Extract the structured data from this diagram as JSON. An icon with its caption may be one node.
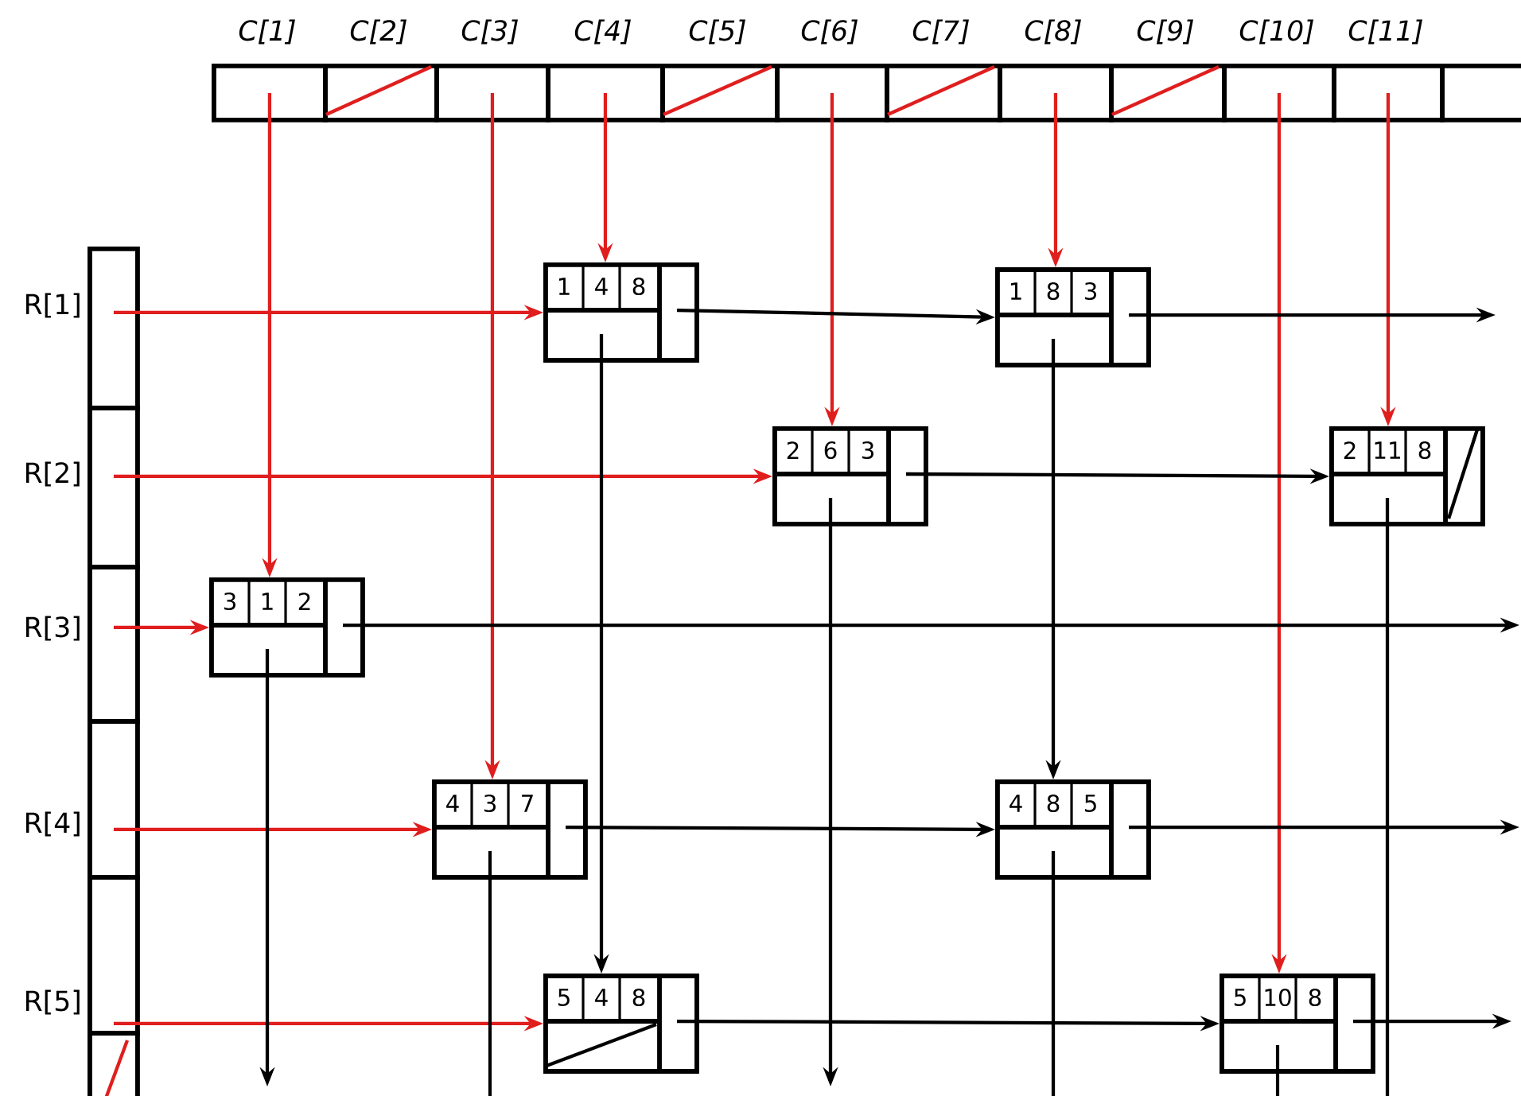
{
  "diagram": {
    "nodes": [
      {
        "text": [
          "C[1]"
        ]
      },
      {
        "text": [
          "C[2]"
        ]
      },
      {
        "text": [
          "C[3]"
        ]
      },
      {
        "text": [
          "C[4]"
        ]
      },
      {
        "text": [
          "C[5]"
        ]
      },
      {
        "text": [
          "C[6]"
        ]
      },
      {
        "text": [
          "C[7]"
        ]
      },
      {
        "text": [
          "C[8]"
        ]
      },
      {
        "text": [
          "C[9]"
        ]
      },
      {
        "text": [
          "C[10]"
        ]
      },
      {
        "text": [
          "C[11]"
        ]
      },
      {
        "text": [],
        "shape": "box"
      },
      {
        "text": [
          "R[1]"
        ]
      },
      {
        "text": [
          "R[2]"
        ]
      },
      {
        "text": [
          "R[3]"
        ]
      },
      {
        "text": [
          "R[4]"
        ]
      },
      {
        "text": [
          "R[5]"
        ]
      },
      {
        "text": [],
        "shape": "box"
      },
      {
        "text": [
          "1",
          "4",
          "8"
        ]
      },
      {
        "text": [
          "1",
          "8",
          "3"
        ]
      },
      {
        "text": [
          "2",
          "6",
          "3"
        ]
      },
      {
        "text": [
          "2",
          "11",
          "8"
        ]
      },
      {
        "text": [
          "3",
          "1",
          "2"
        ]
      },
      {
        "text": [
          "4",
          "3",
          "7"
        ]
      },
      {
        "text": [
          "4",
          "8",
          "5"
        ]
      },
      {
        "text": [
          "5",
          "4",
          "8"
        ]
      },
      {
        "text": [
          "5",
          "10",
          "8"
        ]
      }
    ],
    "edges": [
      {
        "from": 0,
        "to": 22,
        "arrow": "to",
        "color": "#e01e1e"
      },
      {
        "from": 2,
        "to": 23,
        "arrow": "to",
        "color": "#e01e1e"
      },
      {
        "from": 3,
        "to": 18,
        "arrow": "to",
        "color": "#e01e1e"
      },
      {
        "from": 5,
        "to": 20,
        "arrow": "to",
        "color": "#e01e1e"
      },
      {
        "from": 7,
        "to": 19,
        "arrow": "to",
        "color": "#e01e1e"
      },
      {
        "from": 9,
        "to": 26,
        "arrow": "to",
        "color": "#e01e1e"
      },
      {
        "from": 10,
        "to": 21,
        "arrow": "to",
        "color": "#e01e1e"
      },
      {
        "from": 12,
        "to": 18,
        "arrow": "to",
        "color": "#e01e1e"
      },
      {
        "from": 13,
        "to": 20,
        "arrow": "to",
        "color": "#e01e1e"
      },
      {
        "from": 14,
        "to": 22,
        "arrow": "to",
        "color": "#e01e1e"
      },
      {
        "from": 15,
        "to": 23,
        "arrow": "to",
        "color": "#e01e1e"
      },
      {
        "from": 16,
        "to": 25,
        "arrow": "to",
        "color": "#e01e1e"
      },
      {
        "from": 18,
        "to": 19,
        "arrow": "to"
      },
      {
        "from": 18,
        "to": 25,
        "arrow": "to"
      },
      {
        "from": 19,
        "to": null,
        "arrow": "to"
      },
      {
        "from": 19,
        "to": 24,
        "arrow": "to"
      },
      {
        "from": 20,
        "to": 21,
        "arrow": "to"
      },
      {
        "from": 20,
        "to": null,
        "arrow": "to"
      },
      {
        "from": 21,
        "to": null,
        "arrow": "none"
      },
      {
        "from": 22,
        "to": null,
        "arrow": "to"
      },
      {
        "from": 22,
        "to": null,
        "arrow": "to"
      },
      {
        "from": 23,
        "to": 24,
        "arrow": "to"
      },
      {
        "from": 23,
        "to": null,
        "arrow": "none"
      },
      {
        "from": 24,
        "to": null,
        "arrow": "to"
      },
      {
        "from": 24,
        "to": null,
        "arrow": "none"
      },
      {
        "from": 25,
        "to": 26,
        "arrow": "to"
      },
      {
        "from": 26,
        "to": null,
        "arrow": "to"
      },
      {
        "from": 26,
        "to": null,
        "arrow": "none"
      }
    ]
  }
}
